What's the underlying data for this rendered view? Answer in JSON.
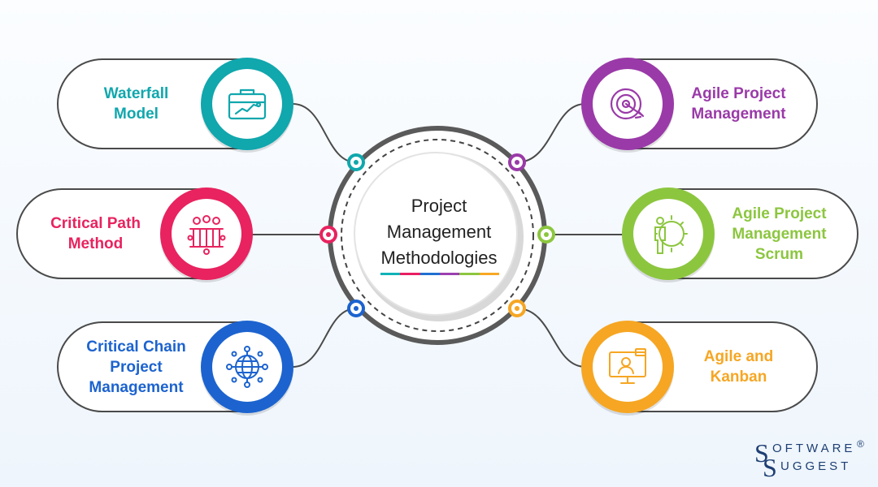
{
  "center": {
    "title": "Project\nManagement\nMethodologies"
  },
  "center_bar_colors": [
    "#10b2b8",
    "#e91e63",
    "#1f6fd1",
    "#9c3fb0",
    "#8cc63f",
    "#f7a823"
  ],
  "methods": [
    {
      "key": "waterfall",
      "label": "Waterfall\nModel",
      "color": "#10a7ad",
      "icon": "briefcase-chart-icon"
    },
    {
      "key": "cpm",
      "label": "Critical Path\nMethod",
      "color": "#e8235f",
      "icon": "network-team-icon"
    },
    {
      "key": "ccpm",
      "label": "Critical Chain\nProject\nManagement",
      "color": "#1c63cf",
      "icon": "globe-network-icon"
    },
    {
      "key": "agile",
      "label": "Agile Project\nManagement",
      "color": "#9a3aa8",
      "icon": "target-icon"
    },
    {
      "key": "scrum",
      "label": "Agile Project\nManagement\nScrum",
      "color": "#8cc63f",
      "icon": "person-gear-icon"
    },
    {
      "key": "kanban",
      "label": "Agile and\nKanban",
      "color": "#f6a623",
      "icon": "monitor-user-icon"
    }
  ],
  "brand": {
    "s1": "S",
    "oftware": "OFTWARE",
    "reg": "®",
    "s2": "S",
    "uggest": "UGGEST"
  }
}
